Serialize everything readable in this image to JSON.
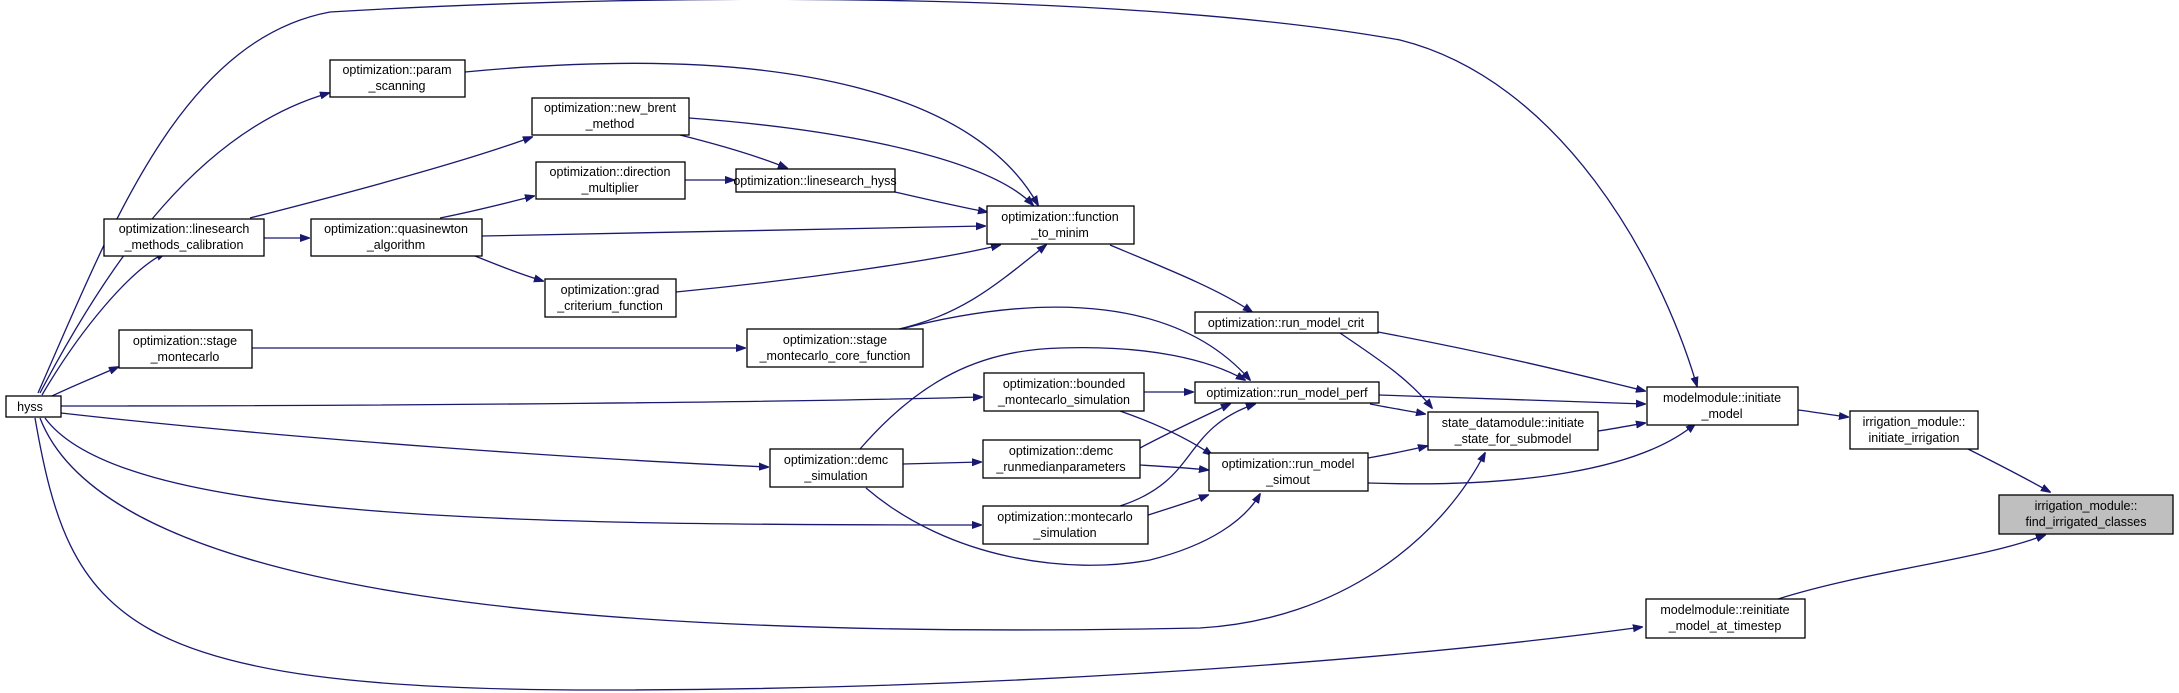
{
  "colors": {
    "edge": "#191970",
    "node_border": "#000000",
    "node_fill": "#ffffff",
    "highlight_fill": "#bfbfbf"
  },
  "nodes": {
    "param_scanning": [
      "optimization::param",
      "_scanning"
    ],
    "new_brent": [
      "optimization::new_brent",
      "_method"
    ],
    "direction_multiplier": [
      "optimization::direction",
      "_multiplier"
    ],
    "linesearch_hyss": [
      "optimization::linesearch_hyss"
    ],
    "function_to_minim": [
      "optimization::function",
      "_to_minim"
    ],
    "linesearch_methods": [
      "optimization::linesearch",
      "_methods_calibration"
    ],
    "quasinewton": [
      "optimization::quasinewton",
      "_algorithm"
    ],
    "grad_criterium": [
      "optimization::grad",
      "_criterium_function"
    ],
    "stage_montecarlo": [
      "optimization::stage",
      "_montecarlo"
    ],
    "stage_montecarlo_core": [
      "optimization::stage",
      "_montecarlo_core_function"
    ],
    "run_model_crit": [
      "optimization::run_model_crit"
    ],
    "hyss": [
      "hyss"
    ],
    "bounded_montecarlo": [
      "optimization::bounded",
      "_montecarlo_simulation"
    ],
    "run_model_perf": [
      "optimization::run_model_perf"
    ],
    "demc_simulation": [
      "optimization::demc",
      "_simulation"
    ],
    "demc_runmedian": [
      "optimization::demc",
      "_runmedianparameters"
    ],
    "run_model_simout": [
      "optimization::run_model",
      "_simout"
    ],
    "state_datamodule": [
      "state_datamodule::initiate",
      "_state_for_submodel"
    ],
    "initiate_model": [
      "modelmodule::initiate",
      "_model"
    ],
    "initiate_irrigation": [
      "irrigation_module::",
      "initiate_irrigation"
    ],
    "find_irrigated": [
      "irrigation_module::",
      "find_irrigated_classes"
    ],
    "montecarlo_simulation": [
      "optimization::montecarlo",
      "_simulation"
    ],
    "reinitiate_model": [
      "modelmodule::reinitiate",
      "_model_at_timestep"
    ]
  }
}
